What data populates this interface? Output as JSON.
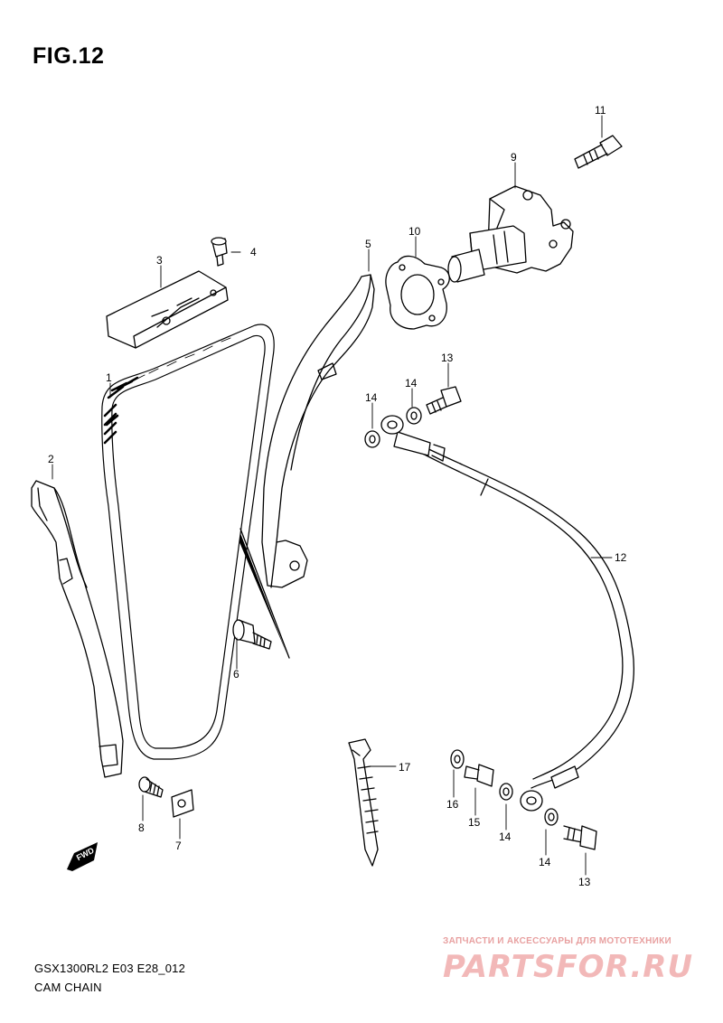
{
  "figure": {
    "title": "FIG.12"
  },
  "callouts": [
    "1",
    "2",
    "3",
    "4",
    "5",
    "6",
    "7",
    "8",
    "9",
    "10",
    "11",
    "12",
    "13",
    "14",
    "14",
    "14",
    "14",
    "13",
    "15",
    "16",
    "17"
  ],
  "fwd_label": "FWD",
  "footer": {
    "model": "GSX1300RL2 E03 E28_012",
    "name": "CAM CHAIN"
  },
  "watermark": {
    "tagline": "ЗАПЧАСТИ И АКСЕССУАРЫ ДЛЯ МОТОТЕХНИКИ",
    "logo": "PARTSFOR.RU"
  }
}
